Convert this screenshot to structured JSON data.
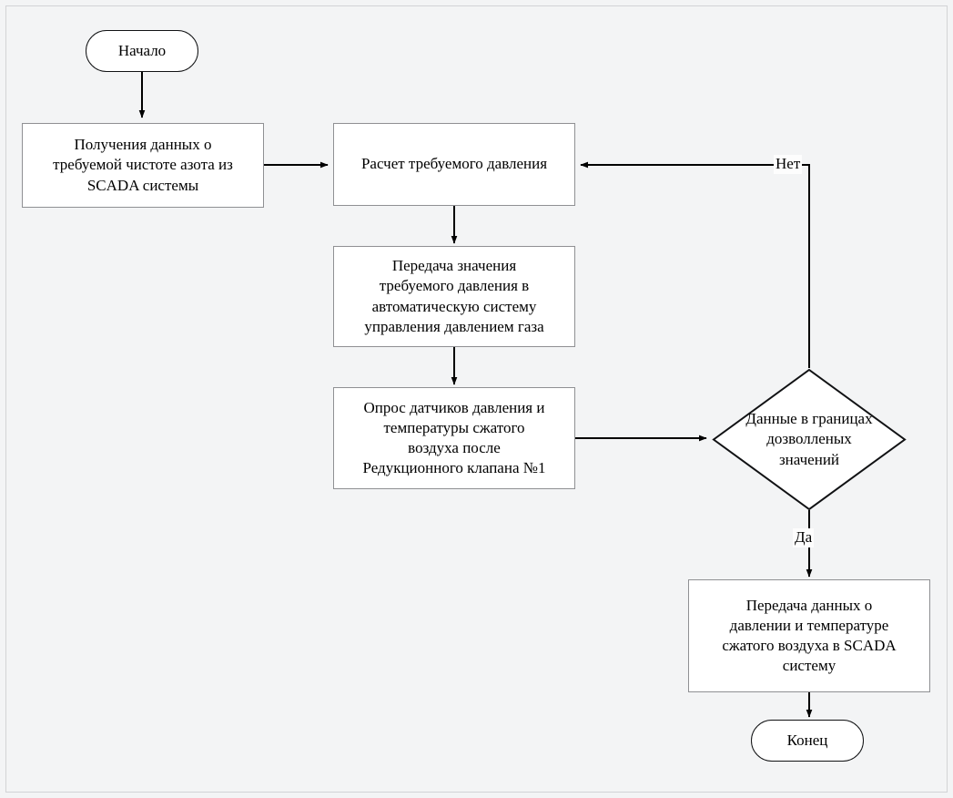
{
  "diagram": {
    "title": "Flowchart: Nitrogen purity pressure control",
    "background_color": "#f3f4f5",
    "node_fill": "#ffffff",
    "process_border_color": "#8f9093",
    "terminator_border_color": "#111214",
    "edge_color": "#000000",
    "nodes": [
      {
        "id": "start",
        "type": "terminator",
        "label": "Начало"
      },
      {
        "id": "get_data",
        "type": "process",
        "label": "Получения данных о\nтребуемой чистоте азота из\nSCADA системы"
      },
      {
        "id": "calc_pressure",
        "type": "process",
        "label": "Расчет требуемого давления"
      },
      {
        "id": "send_value",
        "type": "process",
        "label": "Передача значения\nтребуемого давления в\nавтоматическую систему\nуправления давлением газа"
      },
      {
        "id": "poll_sensors",
        "type": "process",
        "label": "Опрос датчиков давления и\nтемпературы сжатого\nвоздуха после\nРедукционного клапана №1"
      },
      {
        "id": "decision",
        "type": "decision",
        "label": "Данные в границах\nдозволленых\nзначений"
      },
      {
        "id": "send_scada",
        "type": "process",
        "label": "Передача данных о\nдавлении и температуре\nсжатого воздуха в SCADA\nсистему"
      },
      {
        "id": "end",
        "type": "terminator",
        "label": "Конец"
      }
    ],
    "edge_labels": {
      "no": "Нет",
      "yes": "Да"
    }
  }
}
